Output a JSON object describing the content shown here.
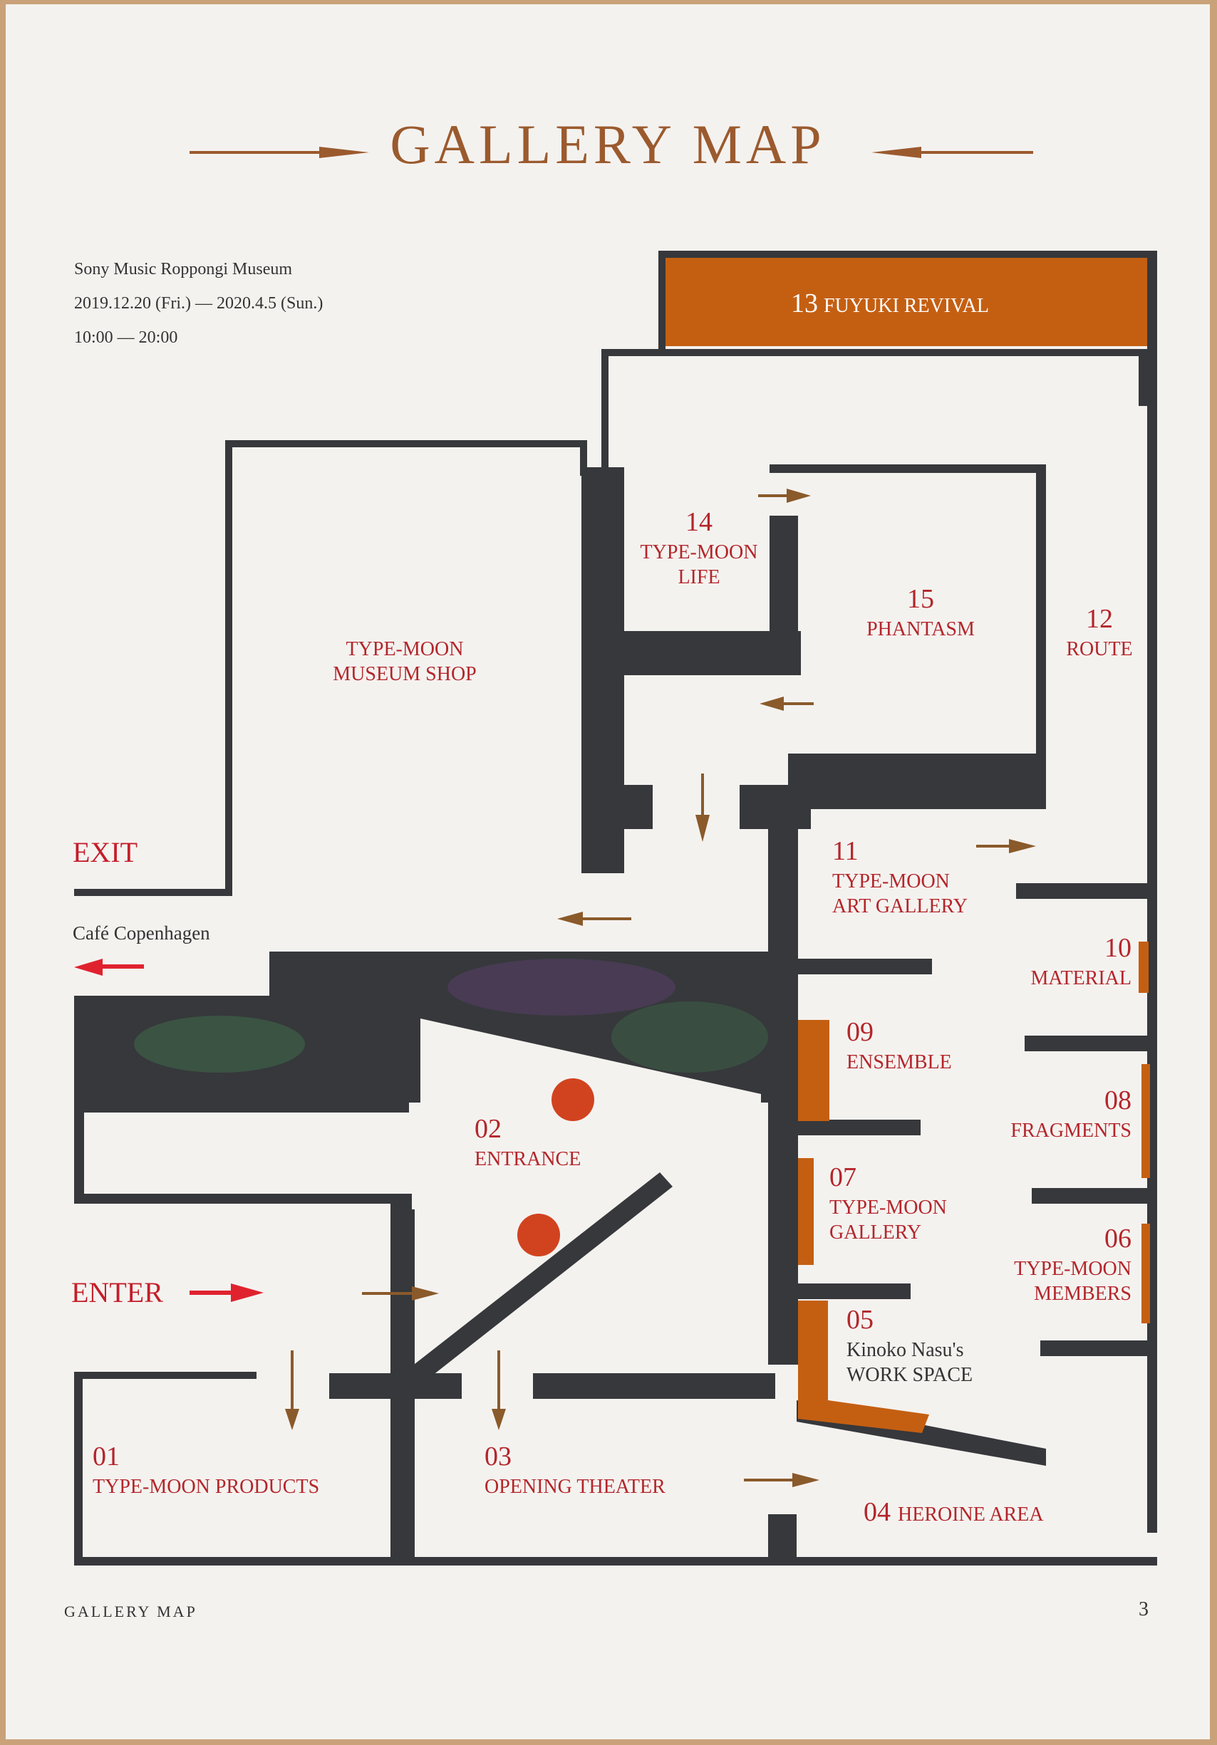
{
  "title": "GALLERY MAP",
  "venue": {
    "name": "Sony Music Roppongi Museum",
    "dates": "2019.12.20 (Fri.) — 2020.4.5 (Sun.)",
    "hours": "10:00 — 20:00"
  },
  "rooms": {
    "r01": {
      "num": "01",
      "name": "TYPE-MOON PRODUCTS"
    },
    "r02": {
      "num": "02",
      "name": "ENTRANCE"
    },
    "r03": {
      "num": "03",
      "name": "OPENING THEATER"
    },
    "r04": {
      "num": "04",
      "name": "HEROINE AREA"
    },
    "r05": {
      "num": "05",
      "name1": "Kinoko Nasu's",
      "name2": "WORK SPACE"
    },
    "r06": {
      "num": "06",
      "name1": "TYPE-MOON",
      "name2": "MEMBERS"
    },
    "r07": {
      "num": "07",
      "name1": "TYPE-MOON",
      "name2": "GALLERY"
    },
    "r08": {
      "num": "08",
      "name": "FRAGMENTS"
    },
    "r09": {
      "num": "09",
      "name": "ENSEMBLE"
    },
    "r10": {
      "num": "10",
      "name": "MATERIAL"
    },
    "r11": {
      "num": "11",
      "name1": "TYPE-MOON",
      "name2": "ART GALLERY"
    },
    "r12": {
      "num": "12",
      "name": "ROUTE"
    },
    "r13": {
      "num": "13",
      "name": "FUYUKI REVIVAL"
    },
    "r14": {
      "num": "14",
      "name1": "TYPE-MOON",
      "name2": "LIFE"
    },
    "r15": {
      "num": "15",
      "name": "PHANTASM"
    },
    "shop": {
      "name1": "TYPE-MOON",
      "name2": "MUSEUM SHOP"
    }
  },
  "labels": {
    "exit": "EXIT",
    "cafe": "Café Copenhagen",
    "enter": "ENTER"
  },
  "footer": {
    "section": "GALLERY MAP",
    "page": "3"
  },
  "colors": {
    "wall": "#36383b",
    "accent_orange": "#c45f12",
    "text_red": "#b3262b",
    "arrow_brown": "#8a5a2b",
    "arrow_red": "#e0222f",
    "dot": "#d1431f"
  }
}
